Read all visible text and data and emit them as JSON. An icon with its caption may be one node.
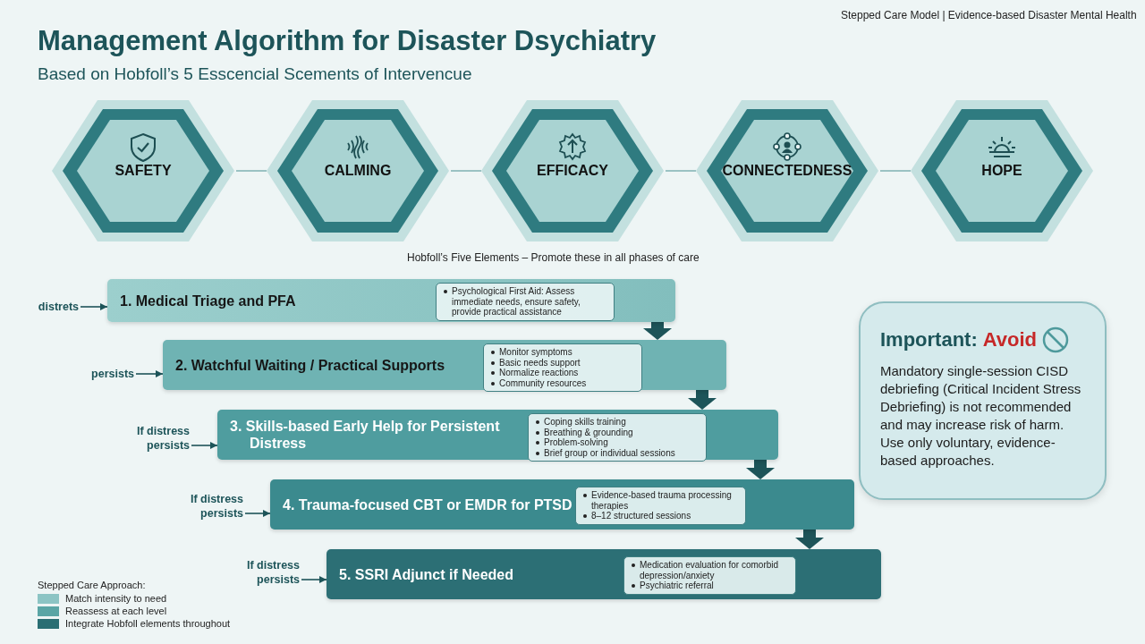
{
  "diagram": {
    "title": "Management Algorithm for Disaster Dsychiatry",
    "nodes": [
      {
        "text": [
          "SAFETY"
        ]
      },
      {
        "text": [
          "CALMING"
        ]
      },
      {
        "text": [
          "EFFICACY"
        ]
      },
      {
        "text": [
          "CONNECTEDNESS"
        ]
      },
      {
        "text": [
          "HOPE"
        ]
      },
      {
        "text": [
          "1. Medical Triage and PFA"
        ]
      },
      {
        "text": [
          "Psychological First Aid: Assess immediate needs, ensure safety, provide practical assistance"
        ],
        "in": 5
      },
      {
        "text": [
          "2. Watchful Waiting / Practical Supports"
        ]
      },
      {
        "text": [
          "Monitor symptoms",
          "Basic needs support",
          "Normalize reactions",
          "Community resources"
        ],
        "in": 7
      },
      {
        "text": [
          "3. Skills-based Early Help for Persistent Distress"
        ]
      },
      {
        "text": [
          "Coping skills training",
          "Breathing & grounding",
          "Problem-solving",
          "Brief group or individual sessions"
        ],
        "in": 9
      },
      {
        "text": [
          "4. Trauma-focused CBT or EMDR for PTSD"
        ]
      },
      {
        "text": [
          "Evidence-based trauma processing therapies",
          "8–12 structured sessions"
        ],
        "in": 11
      },
      {
        "text": [
          "5. SSRI Adjunct if Needed"
        ]
      },
      {
        "text": [
          "Medication evaluation for comorbid depression/anxiety",
          "Psychiatric referral"
        ],
        "in": 13
      },
      {
        "text": [
          "distrets"
        ]
      },
      {
        "text": [
          "persists"
        ]
      },
      {
        "text": [
          "If distress persists"
        ]
      },
      {
        "text": [
          "If distress persists"
        ]
      },
      {
        "text": [
          "If distress persists"
        ]
      },
      {
        "text": [
          "Important:",
          "Avoid",
          "Mandatory single-session CISD debriefing (Critical Incident Stress Debriefing) is not recommended and may increase risk of harm. Use only voluntary, evidence-based approaches."
        ]
      }
    ],
    "edges": [
      {
        "from": 0,
        "to": 1,
        "arrow": "none",
        "color": "#7fb0b2"
      },
      {
        "from": 1,
        "to": 2,
        "arrow": "none",
        "color": "#7fb0b2"
      },
      {
        "from": 2,
        "to": 3,
        "arrow": "none",
        "color": "#7fb0b2"
      },
      {
        "from": 3,
        "to": 4,
        "arrow": "none",
        "color": "#7fb0b2"
      },
      {
        "from": 15,
        "to": 5,
        "arrow": "to"
      },
      {
        "from": 16,
        "to": 7,
        "arrow": "to"
      },
      {
        "from": 17,
        "to": 9,
        "arrow": "to"
      },
      {
        "from": 18,
        "to": 11,
        "arrow": "to"
      },
      {
        "from": 19,
        "to": 13,
        "arrow": "to"
      },
      {
        "from": 5,
        "to": 7,
        "arrow": "to",
        "style": "thick"
      },
      {
        "from": 7,
        "to": 9,
        "arrow": "to",
        "style": "thick"
      },
      {
        "from": 9,
        "to": 11,
        "arrow": "to",
        "style": "thick"
      },
      {
        "from": 11,
        "to": 13,
        "arrow": "to",
        "style": "thick"
      }
    ],
    "labels": [
      "Stepped Care Model | Evidence-based Disaster Mental Health",
      "Based on Hobfoll’s 5 Esscencial Scements of Intervencue",
      "Hobfoll’s Five Elements – Promote these in all phases of care",
      "Stepped Care Approach:"
    ],
    "legend": [
      {
        "text": "Match intensity to need",
        "color": "#8cc4c4"
      },
      {
        "text": "Reassess at each level",
        "color": "#5aa5a5"
      },
      {
        "text": "Integrate Hobfoll elements throughout",
        "color": "#2a6e73"
      }
    ]
  }
}
